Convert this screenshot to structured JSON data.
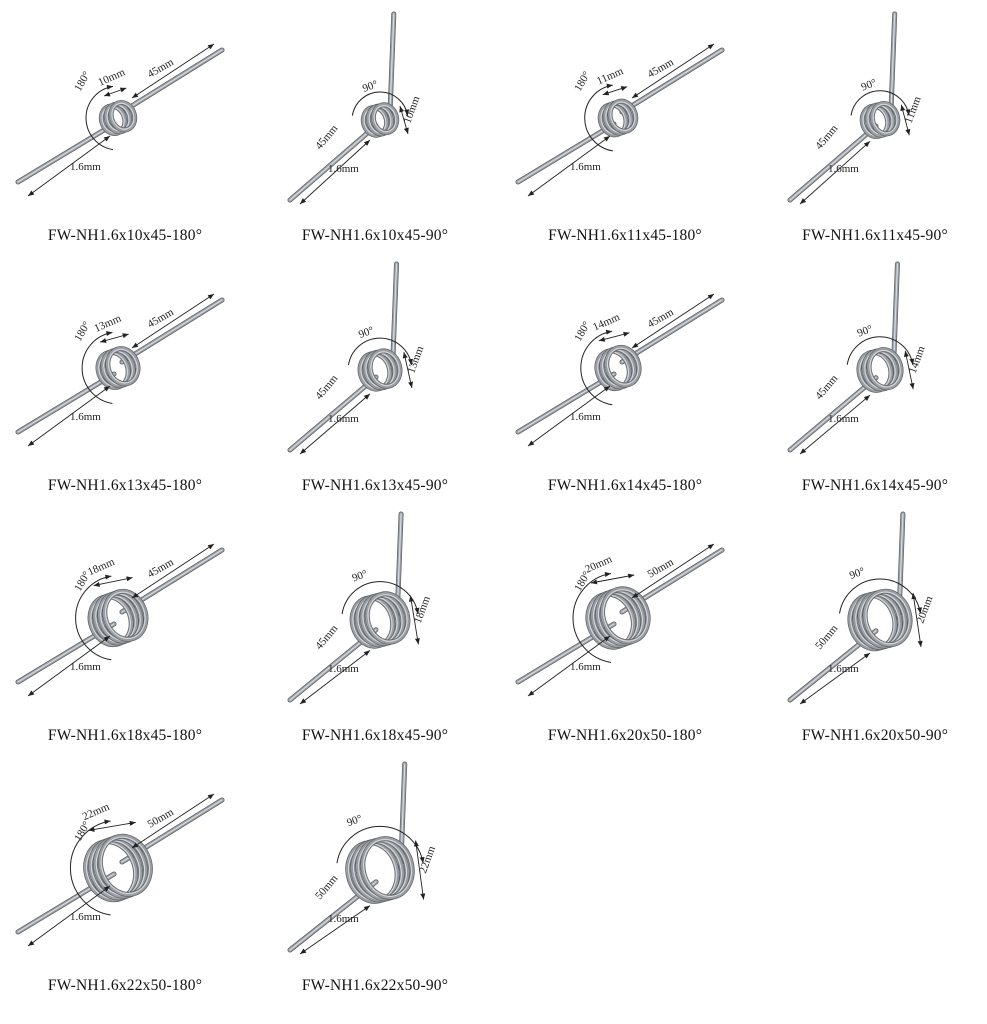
{
  "springs": [
    {
      "code": "FW-NH1.6x10x45-180°",
      "angle": 180,
      "wire": "1.6mm",
      "coil": "10mm",
      "leg": "45mm",
      "angle_label": "180°"
    },
    {
      "code": "FW-NH1.6x10x45-90°",
      "angle": 90,
      "wire": "1.6mm",
      "coil": "10mm",
      "leg": "45mm",
      "angle_label": "90°"
    },
    {
      "code": "FW-NH1.6x11x45-180°",
      "angle": 180,
      "wire": "1.6mm",
      "coil": "11mm",
      "leg": "45mm",
      "angle_label": "180°"
    },
    {
      "code": "FW-NH1.6x11x45-90°",
      "angle": 90,
      "wire": "1.6mm",
      "coil": "11mm",
      "leg": "45mm",
      "angle_label": "90°"
    },
    {
      "code": "FW-NH1.6x13x45-180°",
      "angle": 180,
      "wire": "1.6mm",
      "coil": "13mm",
      "leg": "45mm",
      "angle_label": "180°"
    },
    {
      "code": "FW-NH1.6x13x45-90°",
      "angle": 90,
      "wire": "1.6mm",
      "coil": "13mm",
      "leg": "45mm",
      "angle_label": "90°"
    },
    {
      "code": "FW-NH1.6x14x45-180°",
      "angle": 180,
      "wire": "1.6mm",
      "coil": "14mm",
      "leg": "45mm",
      "angle_label": "180°"
    },
    {
      "code": "FW-NH1.6x14x45-90°",
      "angle": 90,
      "wire": "1.6mm",
      "coil": "14mm",
      "leg": "45mm",
      "angle_label": "90°"
    },
    {
      "code": "FW-NH1.6x18x45-180°",
      "angle": 180,
      "wire": "1.6mm",
      "coil": "18mm",
      "leg": "45mm",
      "angle_label": "180°"
    },
    {
      "code": "FW-NH1.6x18x45-90°",
      "angle": 90,
      "wire": "1.6mm",
      "coil": "18mm",
      "leg": "45mm",
      "angle_label": "90°"
    },
    {
      "code": "FW-NH1.6x20x50-180°",
      "angle": 180,
      "wire": "1.6mm",
      "coil": "20mm",
      "leg": "50mm",
      "angle_label": "180°"
    },
    {
      "code": "FW-NH1.6x20x50-90°",
      "angle": 90,
      "wire": "1.6mm",
      "coil": "20mm",
      "leg": "50mm",
      "angle_label": "90°"
    },
    {
      "code": "FW-NH1.6x22x50-180°",
      "angle": 180,
      "wire": "1.6mm",
      "coil": "22mm",
      "leg": "50mm",
      "angle_label": "180°"
    },
    {
      "code": "FW-NH1.6x22x50-90°",
      "angle": 90,
      "wire": "1.6mm",
      "coil": "22mm",
      "leg": "50mm",
      "angle_label": "90°"
    }
  ],
  "colors": {
    "wire": "#9a9ea3",
    "wire_highlight": "#d9dcdf",
    "wire_shadow": "#5c6166",
    "annotation": "#222222",
    "caption": "#111111"
  }
}
